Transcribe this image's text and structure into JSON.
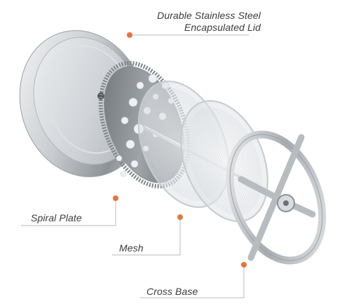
{
  "callouts": {
    "lid": {
      "line1": "Durable Stainless Steel",
      "line2": "Encapsulated Lid"
    },
    "spiral_plate": "Spiral Plate",
    "mesh": "Mesh",
    "cross_base": "Cross Base"
  },
  "colors": {
    "callout_dot": "#e8743b",
    "callout_line": "#b9b9b9",
    "label_text": "#3b3b3b",
    "steel_light": "#f2f3f5",
    "steel_mid": "#b9bdc2",
    "steel_dark": "#6e7378"
  }
}
